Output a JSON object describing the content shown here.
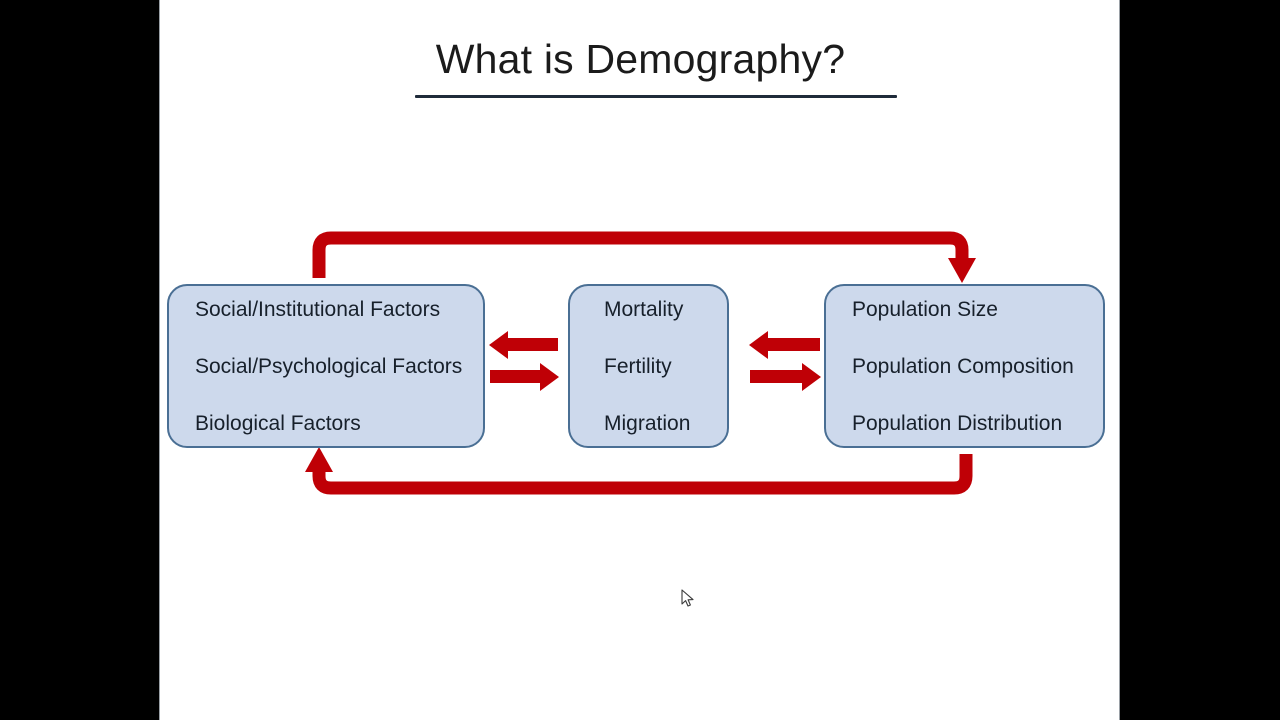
{
  "slide": {
    "title": "What is Demography?",
    "accent_red": "#bf0006",
    "box_fill": "#cdd9ec",
    "box_border": "#4a6f94",
    "title_rule_color": "#1f2b3a",
    "background": "#ffffff",
    "letterbox_color": "#000000"
  },
  "diagram": {
    "boxes": [
      {
        "id": "factors",
        "lines": [
          "Social/Institutional Factors",
          "Social/Psychological Factors",
          "Biological Factors"
        ]
      },
      {
        "id": "processes",
        "lines": [
          "Mortality",
          "Fertility",
          "Migration"
        ]
      },
      {
        "id": "outcomes",
        "lines": [
          "Population Size",
          "Population Composition",
          "Population Distribution"
        ]
      }
    ],
    "connectors": {
      "gap1": {
        "top_direction": "left",
        "bottom_direction": "right"
      },
      "gap2": {
        "top_direction": "left",
        "bottom_direction": "right"
      },
      "top_loop": {
        "from": "factors",
        "to": "outcomes",
        "direction": "down-right"
      },
      "bottom_loop": {
        "from": "outcomes",
        "to": "factors",
        "direction": "up-left"
      }
    }
  },
  "pointer": {
    "icon": "mouse-cursor-icon"
  }
}
